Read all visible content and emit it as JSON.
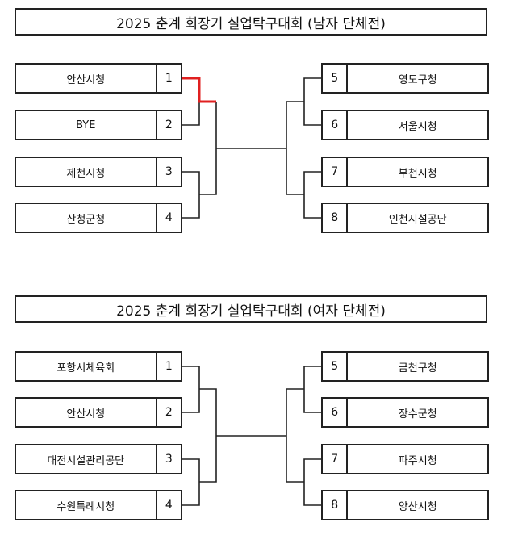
{
  "brackets": [
    {
      "title": "2025 춘계 회장기 실업탁구대회 (남자 단체전)",
      "left": [
        {
          "name": "안산시청",
          "seed": "1"
        },
        {
          "name": "BYE",
          "seed": "2"
        },
        {
          "name": "제천시청",
          "seed": "3"
        },
        {
          "name": "산청군청",
          "seed": "4"
        }
      ],
      "right": [
        {
          "name": "영도구청",
          "seed": "5"
        },
        {
          "name": "서울시청",
          "seed": "6"
        },
        {
          "name": "부천시청",
          "seed": "7"
        },
        {
          "name": "인천시설공단",
          "seed": "8"
        }
      ],
      "advanced_path": "안산시청 (bye advance)"
    },
    {
      "title": "2025 춘계 회장기 실업탁구대회 (여자 단체전)",
      "left": [
        {
          "name": "포항시체육회",
          "seed": "1"
        },
        {
          "name": "안산시청",
          "seed": "2"
        },
        {
          "name": "대전시설관리공단",
          "seed": "3"
        },
        {
          "name": "수원특례시청",
          "seed": "4"
        }
      ],
      "right": [
        {
          "name": "금천구청",
          "seed": "5"
        },
        {
          "name": "장수군청",
          "seed": "6"
        },
        {
          "name": "파주시청",
          "seed": "7"
        },
        {
          "name": "양산시청",
          "seed": "8"
        }
      ]
    }
  ],
  "colors": {
    "line": "#222222",
    "highlight": "#e02020"
  }
}
